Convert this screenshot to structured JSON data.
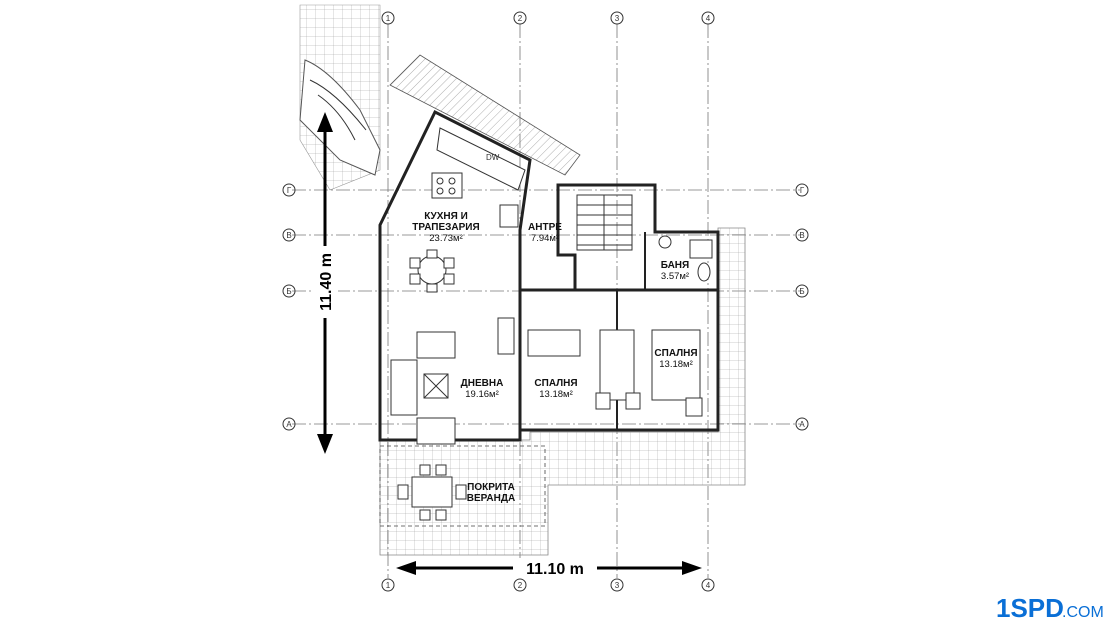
{
  "plan": {
    "rooms": [
      {
        "name": "КУХНЯ И",
        "name2": "ТРАПЕЗАРИЯ",
        "area": "23.73м²"
      },
      {
        "name": "АНТРЕ",
        "area": "7.94м²"
      },
      {
        "name": "БАНЯ",
        "area": "3.57м²"
      },
      {
        "name": "СПАЛНЯ",
        "area": "13.18м²"
      },
      {
        "name": "ДНЕВНА",
        "area": "19.16м²"
      },
      {
        "name": "СПАЛНЯ",
        "area": "13.18м²"
      },
      {
        "name": "ПОКРИТА",
        "name2": "ВЕРАНДА"
      }
    ],
    "dimension_vertical": "11.40 m",
    "dimension_horizontal": "11.10 m",
    "axes_vertical": [
      "1",
      "2",
      "3",
      "4"
    ],
    "axes_horizontal": [
      "Г",
      "В",
      "Б",
      "А"
    ],
    "appliance_label": "DW"
  },
  "logo": {
    "text": "1SPD",
    "suffix": ".COM",
    "color": "#0a6fd6"
  }
}
